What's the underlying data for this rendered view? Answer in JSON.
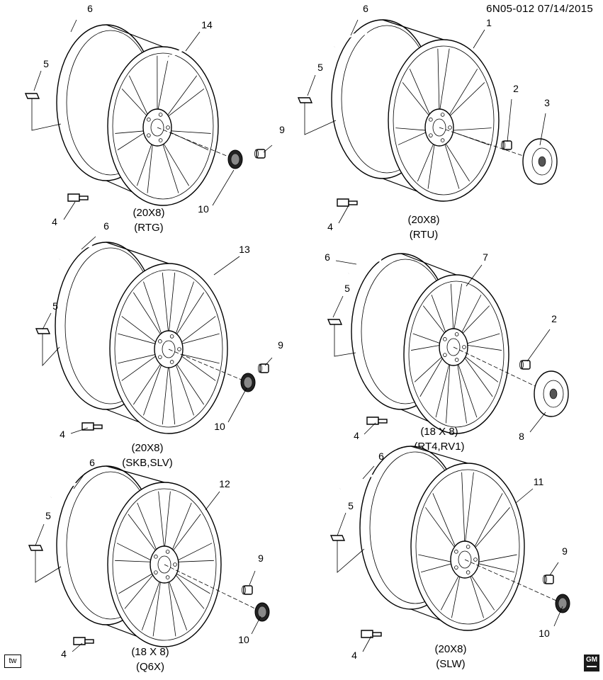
{
  "document_id": "6N05-012 07/14/2015",
  "corner_marks": {
    "bottom_left": "tw",
    "bottom_right": "GM"
  },
  "wheels": [
    {
      "wheel_part": "14",
      "size": "(20X8)",
      "code": "(RTG)",
      "callouts": [
        "6",
        "14",
        "5",
        "9",
        "10",
        "4"
      ]
    },
    {
      "wheel_part": "1",
      "size": "(20X8)",
      "code": "(RTU)",
      "callouts": [
        "6",
        "1",
        "5",
        "2",
        "3",
        "4"
      ]
    },
    {
      "wheel_part": "13",
      "size": "(20X8)",
      "code": "(SKB,SLV)",
      "callouts": [
        "6",
        "13",
        "5",
        "9",
        "10",
        "4"
      ]
    },
    {
      "wheel_part": "7",
      "size": "(18 X 8)",
      "code": "(RT4,RV1)",
      "callouts": [
        "6",
        "7",
        "5",
        "2",
        "4",
        "8"
      ]
    },
    {
      "wheel_part": "12",
      "size": "(18 X 8)",
      "code": "(Q6X)",
      "callouts": [
        "6",
        "12",
        "5",
        "9",
        "10",
        "4"
      ]
    },
    {
      "wheel_part": "11",
      "size": "(20X8)",
      "code": "(SLW)",
      "callouts": [
        "6",
        "11",
        "5",
        "9",
        "10",
        "4"
      ]
    }
  ]
}
